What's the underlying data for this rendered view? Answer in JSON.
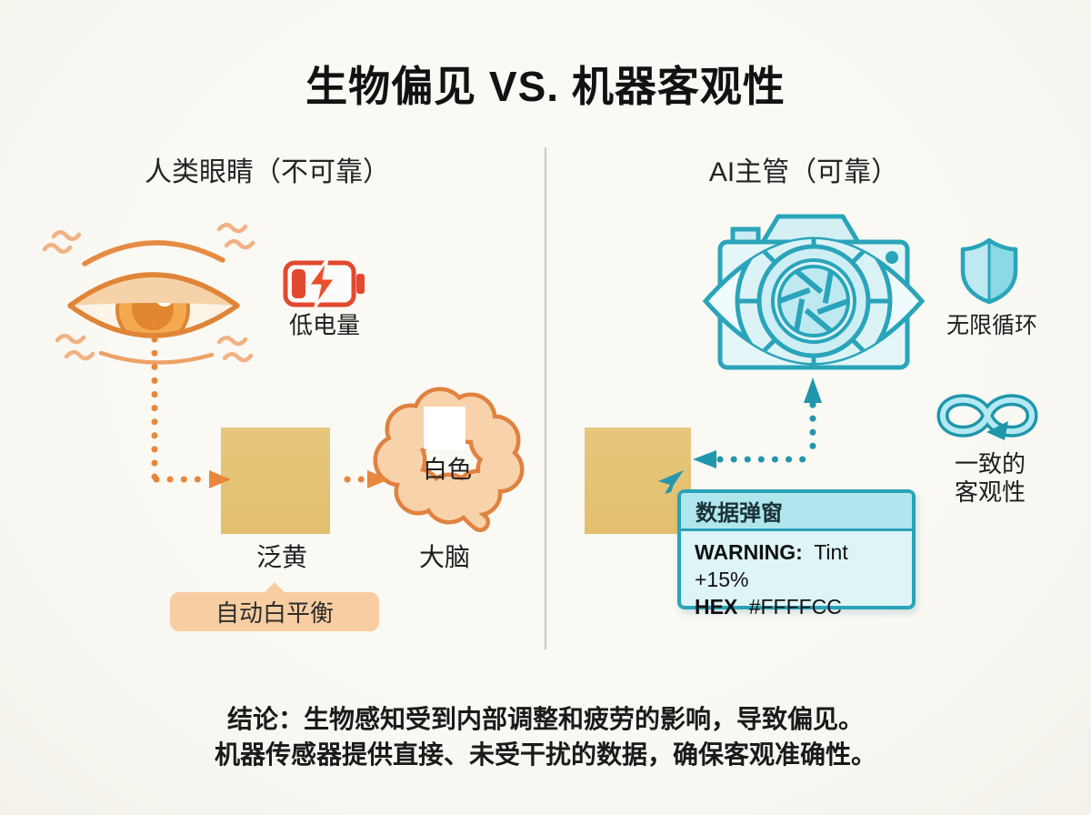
{
  "title": "生物偏见 VS. 机器客观性",
  "left": {
    "header": "人类眼睛（不可靠）",
    "battery_label": "低电量",
    "square_label": "泛黄",
    "brain_chip_label": "白色",
    "brain_label": "大脑",
    "awb_label": "自动白平衡"
  },
  "right": {
    "header": "AI主管（可靠）",
    "shield_label": "无限循环",
    "objectivity_line1": "一致的",
    "objectivity_line2": "客观性",
    "popup": {
      "title": "数据弹窗",
      "warning_label": "WARNING:",
      "warning_value": "Tint +15%",
      "hex_label": "HEX",
      "hex_value": "#FFFFCC"
    }
  },
  "conclusion": {
    "line1": "结论：生物感知受到内部调整和疲劳的影响，导致偏见。",
    "line2": "机器传感器提供直接、未受干扰的数据，确保客观准确性。"
  },
  "icons": {
    "tired_eye": "tired-eye-icon",
    "low_battery": "low-battery-icon",
    "brain": "brain-icon",
    "camera_eye_lens": "camera-aperture-eye-icon",
    "shield": "shield-icon",
    "infinity_loop": "infinity-loop-icon",
    "cursor": "cursor-icon",
    "dotted_arrows": "dotted-arrow-connectors"
  },
  "colors": {
    "background": "#f7f5f0",
    "text": "#1d1d1d",
    "orange": "#e58b42",
    "orange_light": "#f1b183",
    "peach_fill": "#f6d2a9",
    "peach_bubble": "#f8cda1",
    "battery_red": "#e2492f",
    "tint_square": "#e3c072",
    "teal": "#2aa4ba",
    "teal_dark": "#1f96ac",
    "teal_light": "#def5f8",
    "teal_mid": "#b0e7ef",
    "divider": "#cbc9c3"
  }
}
